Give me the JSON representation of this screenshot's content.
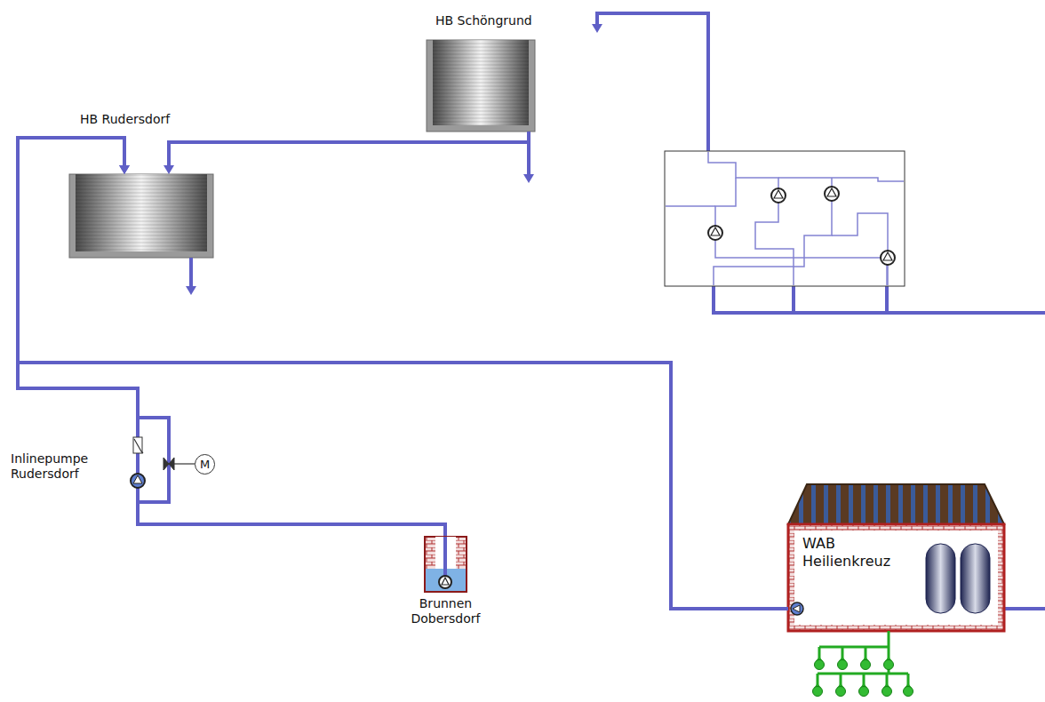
{
  "diagram": {
    "nodes": [
      {
        "text": [
          "HB Schöngrund"
        ]
      },
      {
        "text": [
          "HB Rudersdorf"
        ]
      },
      {
        "text": [
          "Inlinepumpe Rudersdorf"
        ]
      },
      {
        "text": [
          "M"
        ]
      },
      {
        "text": [
          "Brunnen Dobersdorf"
        ]
      },
      {
        "text": [
          "WAB Heilienkreuz"
        ]
      }
    ],
    "edges": [
      {
        "from": 4,
        "to": 2,
        "arrow": "none"
      },
      {
        "from": 2,
        "to": 1,
        "arrow": "to"
      },
      {
        "from": 5,
        "to": 1,
        "arrow": "to"
      },
      {
        "from": 0,
        "to": 1,
        "arrow": "to"
      }
    ]
  }
}
